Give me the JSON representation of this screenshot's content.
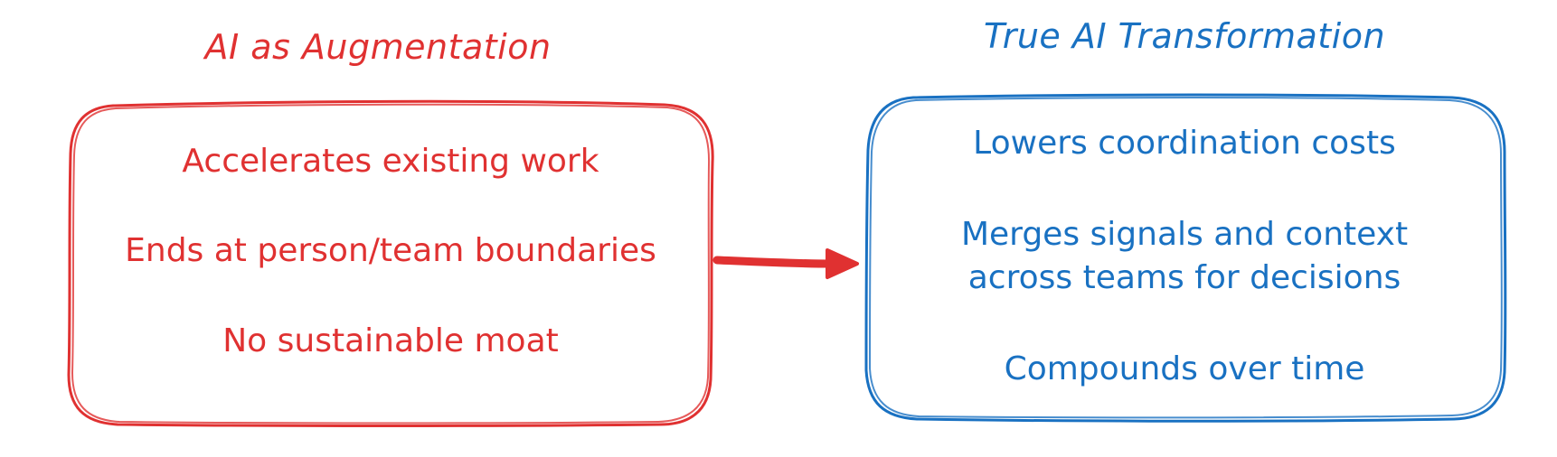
{
  "colors": {
    "left_accent": "#e03131",
    "right_accent": "#1971c2"
  },
  "left_panel": {
    "heading": "AI as Augmentation",
    "items": [
      "Accelerates existing work",
      "Ends at person/team boundaries",
      "No sustainable moat"
    ]
  },
  "right_panel": {
    "heading": "True AI Transformation",
    "items": [
      "Lowers coordination costs",
      "Merges signals and context across teams for decisions",
      "Compounds over time"
    ]
  }
}
